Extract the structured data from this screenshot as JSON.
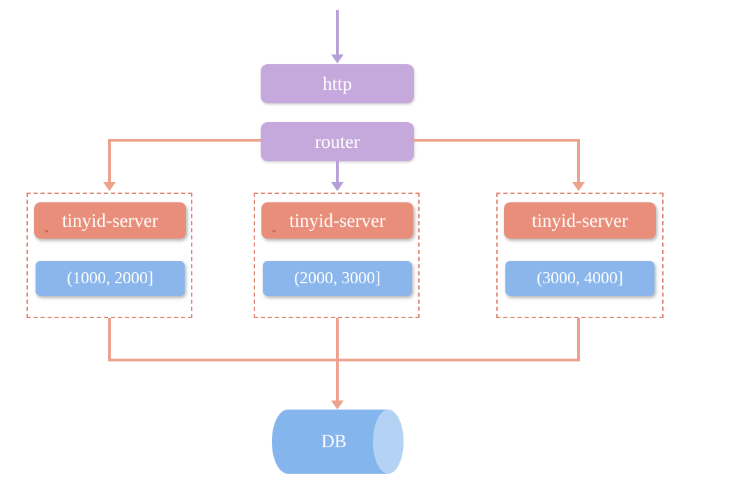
{
  "nodes": {
    "http": "http",
    "router": "router",
    "db": "DB"
  },
  "servers": [
    {
      "label": "tinyid-server",
      "range": "(1000, 2000]"
    },
    {
      "label": "tinyid-server",
      "range": "(2000, 3000]"
    },
    {
      "label": "tinyid-server",
      "range": "(3000, 4000]"
    }
  ],
  "icons": {
    "spellcheck_mark": "ˇ"
  },
  "colors": {
    "purple_node": "#c5a8dc",
    "purple_arrow": "#b7a0d8",
    "salmon_node": "#e98e7a",
    "salmon_line": "#eda28d",
    "dashed_border": "#dd8672",
    "blue_node": "#8ab6ec",
    "blue_cylinder": "#85b5ed",
    "blue_cylinder_cap": "#b3d2f4",
    "spellcheck_red": "#c0392b"
  }
}
